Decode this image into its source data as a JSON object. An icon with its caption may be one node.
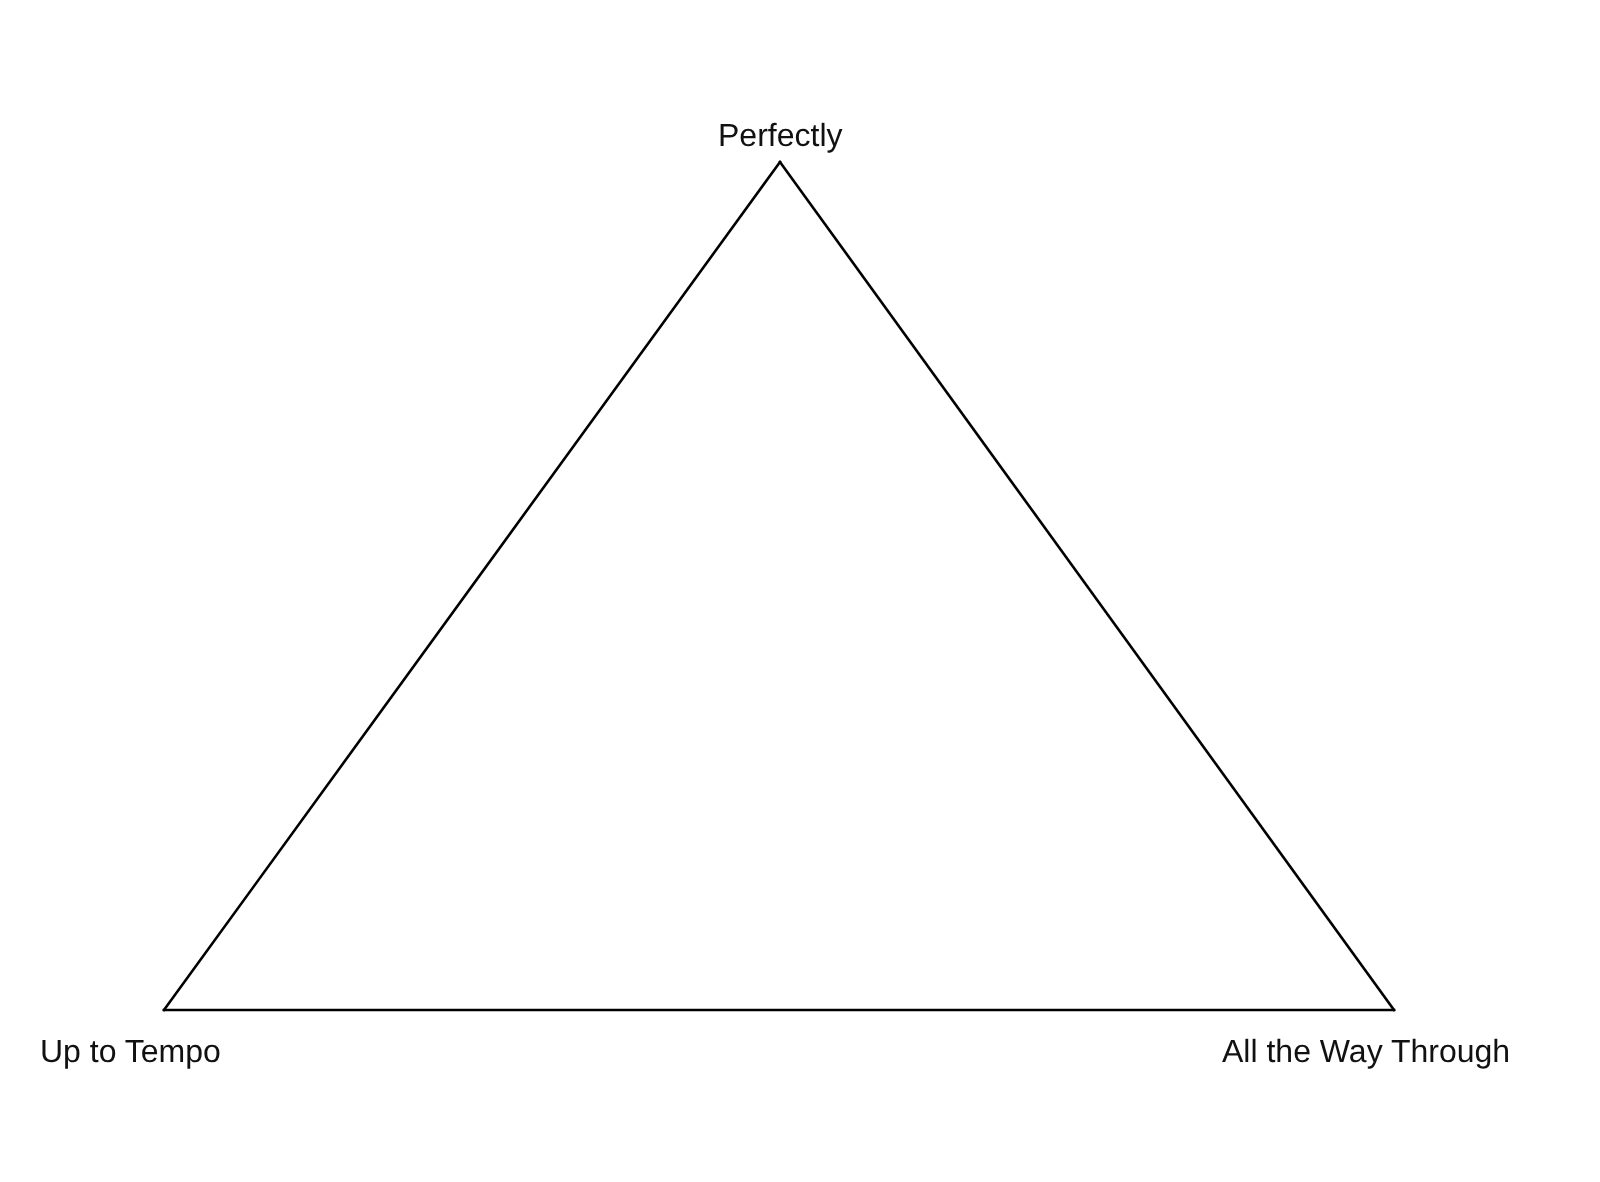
{
  "diagram": {
    "nodes": [
      {
        "text": [
          "Perfectly"
        ]
      },
      {
        "text": [
          "Up to Tempo"
        ]
      },
      {
        "text": [
          "All the Way Through"
        ]
      }
    ],
    "edges": [
      {
        "from": 0,
        "to": 1,
        "arrow": "none"
      },
      {
        "from": 1,
        "to": 2,
        "arrow": "none"
      },
      {
        "from": 2,
        "to": 0,
        "arrow": "none"
      }
    ]
  }
}
